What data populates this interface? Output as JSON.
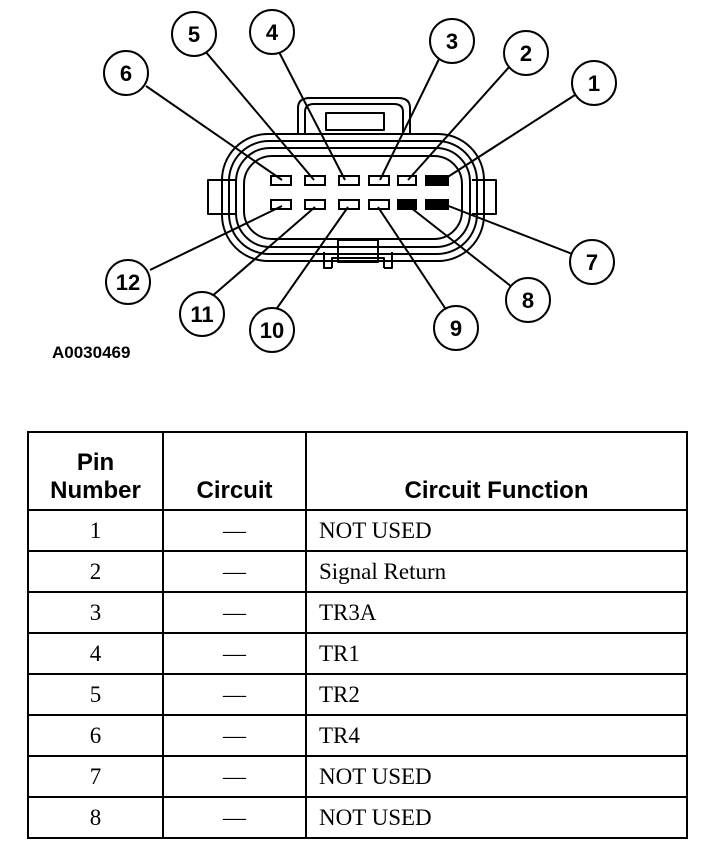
{
  "figure_id": "A0030469",
  "callouts": [
    "1",
    "2",
    "3",
    "4",
    "5",
    "6",
    "7",
    "8",
    "9",
    "10",
    "11",
    "12"
  ],
  "table": {
    "headers": {
      "pin_line1": "Pin",
      "pin_line2": "Number",
      "circuit": "Circuit",
      "function": "Circuit Function"
    },
    "rows": [
      {
        "pin": "1",
        "circuit": "—",
        "function": "NOT USED"
      },
      {
        "pin": "2",
        "circuit": "—",
        "function": "Signal Return"
      },
      {
        "pin": "3",
        "circuit": "—",
        "function": "TR3A"
      },
      {
        "pin": "4",
        "circuit": "—",
        "function": "TR1"
      },
      {
        "pin": "5",
        "circuit": "—",
        "function": "TR2"
      },
      {
        "pin": "6",
        "circuit": "—",
        "function": "TR4"
      },
      {
        "pin": "7",
        "circuit": "—",
        "function": "NOT USED"
      },
      {
        "pin": "8",
        "circuit": "—",
        "function": "NOT USED"
      }
    ]
  }
}
